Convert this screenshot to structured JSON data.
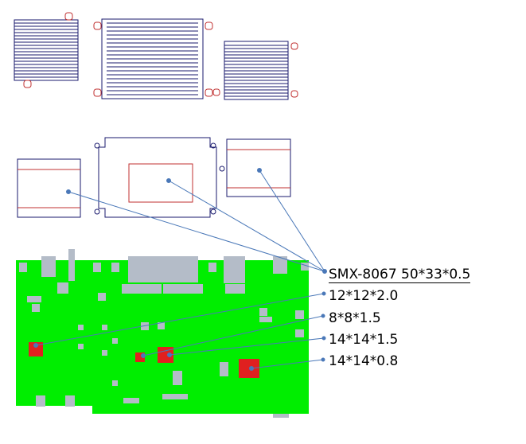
{
  "labels": {
    "heatsink": "SMX-8067 50*33*0.5",
    "pad1": "12*12*2.0",
    "pad2": "8*8*1.5",
    "pad3": "14*14*1.5",
    "pad4": "14*14*0.8"
  },
  "colors": {
    "outline": "#1a1a6e",
    "red": "#e02020",
    "board": "#00ee00",
    "component": "#b4bcc8",
    "leader": "#4a78b8"
  }
}
